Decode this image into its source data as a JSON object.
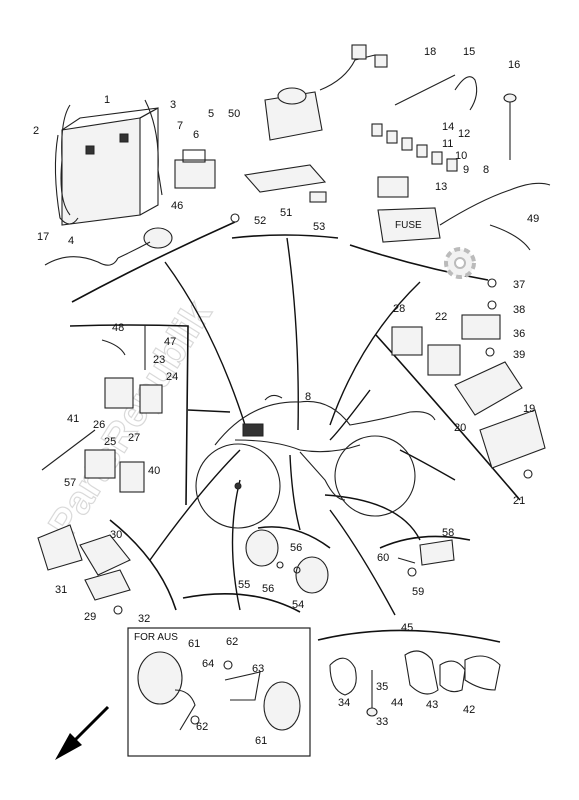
{
  "watermark": "PartsRepublik",
  "inset_title": "FOR AUS",
  "labels": {
    "l1": "1",
    "l2": "2",
    "l3": "3",
    "l4": "4",
    "l5": "5",
    "l6": "6",
    "l7": "7",
    "l8a": "8",
    "l8b": "8",
    "l9": "9",
    "l10": "10",
    "l11": "11",
    "l12": "12",
    "l13": "13",
    "l14": "14",
    "l15": "15",
    "l16": "16",
    "l17": "17",
    "l18": "18",
    "l19": "19",
    "l20": "20",
    "l21": "21",
    "l22": "22",
    "l23": "23",
    "l24": "24",
    "l25": "25",
    "l26": "26",
    "l27": "27",
    "l28": "28",
    "l29": "29",
    "l30": "30",
    "l31": "31",
    "l32": "32",
    "l33": "33",
    "l34": "34",
    "l35": "35",
    "l36": "36",
    "l37": "37",
    "l38": "38",
    "l39": "39",
    "l40": "40",
    "l41": "41",
    "l42": "42",
    "l43": "43",
    "l44": "44",
    "l45": "45",
    "l46": "46",
    "l47": "47",
    "l48": "48",
    "l49": "49",
    "l50": "50",
    "l51": "51",
    "l52": "52",
    "l53": "53",
    "l54": "54",
    "l55": "55",
    "l56a": "56",
    "l56b": "56",
    "l57": "57",
    "l58": "58",
    "l59": "59",
    "l60": "60",
    "l61a": "61",
    "l61b": "61",
    "l62a": "62",
    "l62b": "62",
    "l63": "63",
    "l64": "64"
  },
  "fuse_box_text": "FUSE"
}
